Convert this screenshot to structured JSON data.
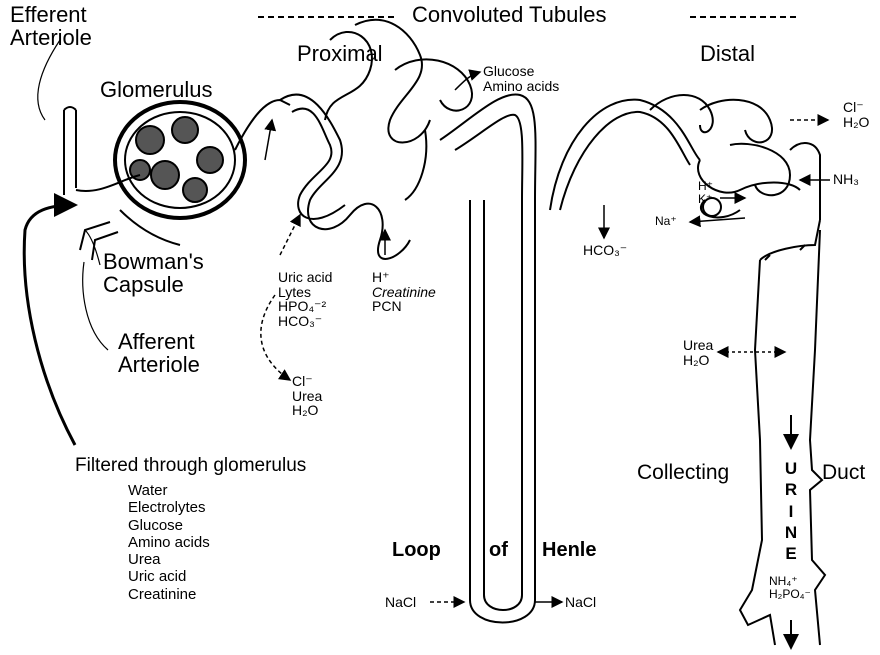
{
  "labels": {
    "efferent": [
      "Efferent",
      "Arteriole"
    ],
    "glomerulus": "Glomerulus",
    "bowman": [
      "Bowman's",
      "Capsule"
    ],
    "afferent": [
      "Afferent",
      "Arteriole"
    ],
    "convoluted": "Convoluted Tubules",
    "proximal": "Proximal",
    "distal": "Distal",
    "glucose_amino": [
      "Glucose",
      "Amino acids"
    ],
    "prox_secreted": [
      "Uric acid",
      "Lytes",
      "HPO₄⁻²",
      "HCO₃⁻"
    ],
    "prox_reabsorbed": [
      "Cl⁻",
      "Urea",
      "H₂O"
    ],
    "prox_h": [
      "H⁺",
      "Creatinine",
      "PCN"
    ],
    "hco3_loop": "HCO₃⁻",
    "distal_cl_h2o": [
      "Cl⁻",
      "H₂O"
    ],
    "distal_nh3": "NH₃",
    "distal_hk": [
      "H⁺",
      "K⁺"
    ],
    "distal_na": "Na⁺",
    "collect_urea": [
      "Urea",
      "H₂O"
    ],
    "collecting": "Collecting",
    "duct": "Duct",
    "urine": [
      "U",
      "R",
      "I",
      "N",
      "E"
    ],
    "duct_bottom": [
      "NH₄⁺",
      "H₂PO₄⁻"
    ],
    "loop": "Loop",
    "of": "of",
    "henle": "Henle",
    "nacl_in": "NaCl",
    "nacl_out": "NaCl"
  },
  "filtered": {
    "title": "Filtered through glomerulus",
    "items": [
      "Water",
      "Electrolytes",
      "Glucose",
      "Amino acids",
      "Urea",
      "Uric acid",
      "Creatinine"
    ]
  }
}
